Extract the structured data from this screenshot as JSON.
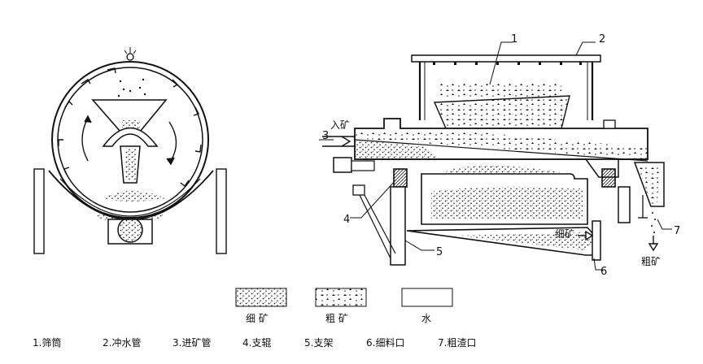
{
  "callouts": {
    "c1": "1",
    "c2": "2",
    "c3": "3",
    "c4": "4",
    "c5": "5",
    "c6": "6",
    "c7": "7"
  },
  "flow_labels": {
    "feed": "入矿",
    "fine_out": "细矿",
    "coarse_out": "粗矿"
  },
  "legend": [
    {
      "swatch": "fine-dots",
      "label": "细 矿"
    },
    {
      "swatch": "coarse-marks",
      "label": "粗 矿"
    },
    {
      "swatch": "blank",
      "label": "水"
    }
  ],
  "parts": [
    "1.筛筒",
    "2.冲水管",
    "3.进矿管",
    "4.支辊",
    "5.支架",
    "6.细料口",
    "7.粗渣口"
  ]
}
